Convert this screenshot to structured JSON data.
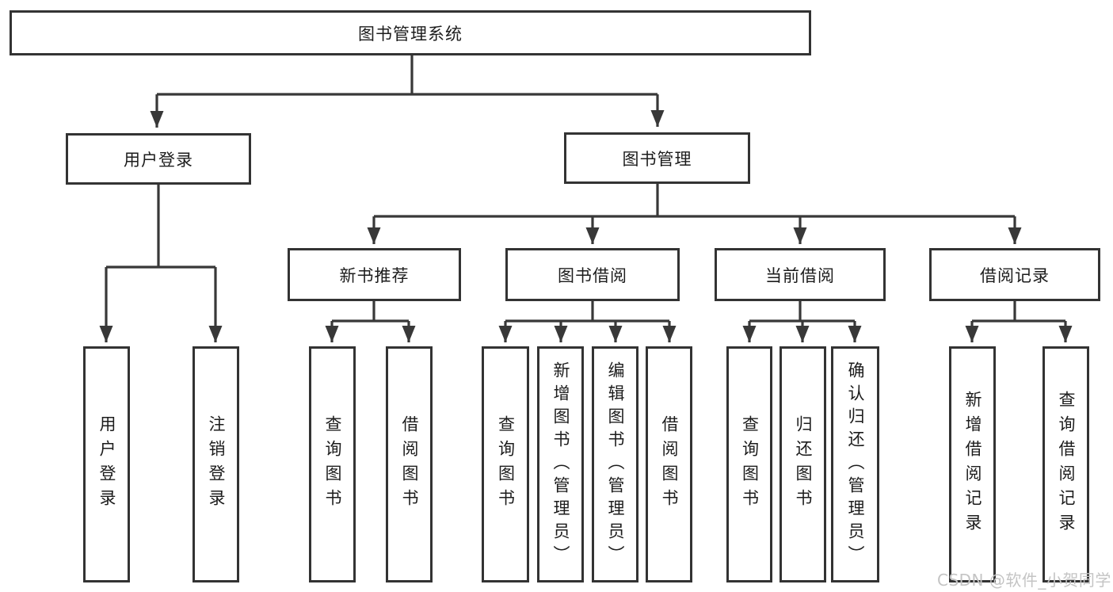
{
  "diagram_type": "hierarchy-tree",
  "colors": {
    "line": "#383838",
    "box_border": "#333333",
    "text": "#1c1c1c",
    "watermark": "#c4c4c4",
    "background": "#ffffff"
  },
  "watermark": "CSDN @软件_小贺同学",
  "tree": {
    "label": "图书管理系统",
    "children": [
      {
        "label": "用户登录",
        "children": [
          {
            "label": "用户登录"
          },
          {
            "label": "注销登录"
          }
        ]
      },
      {
        "label": "图书管理",
        "children": [
          {
            "label": "新书推荐",
            "children": [
              {
                "label": "查询图书"
              },
              {
                "label": "借阅图书"
              }
            ]
          },
          {
            "label": "图书借阅",
            "children": [
              {
                "label": "查询图书"
              },
              {
                "label": "新增图书（管理员）"
              },
              {
                "label": "编辑图书（管理员）"
              },
              {
                "label": "借阅图书"
              }
            ]
          },
          {
            "label": "当前借阅",
            "children": [
              {
                "label": "查询图书"
              },
              {
                "label": "归还图书"
              },
              {
                "label": "确认归还（管理员）"
              }
            ]
          },
          {
            "label": "借阅记录",
            "children": [
              {
                "label": "新增借阅记录"
              },
              {
                "label": "查询借阅记录"
              }
            ]
          }
        ]
      }
    ]
  }
}
